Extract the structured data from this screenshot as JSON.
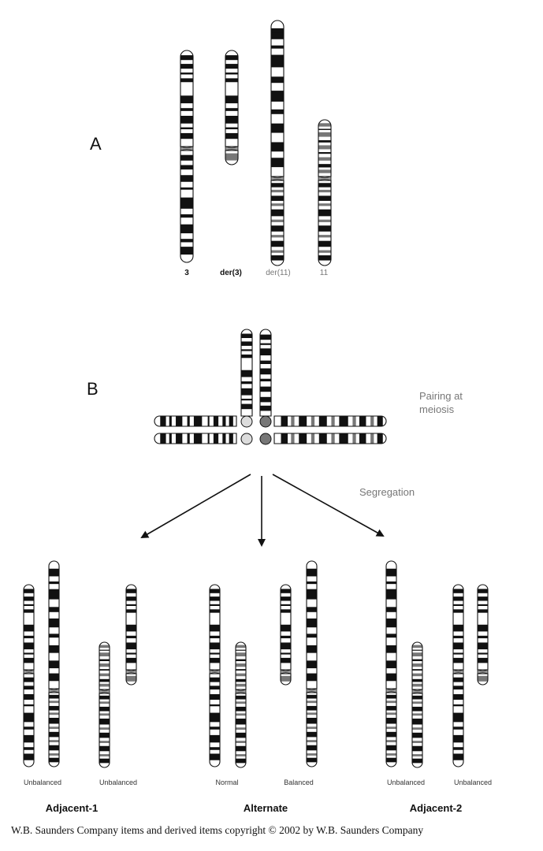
{
  "panel_a": {
    "letter": "A",
    "labels": [
      "3",
      "der(3)",
      "der(11)",
      "11"
    ]
  },
  "panel_b": {
    "letter": "B",
    "pairing_note_line1": "Pairing at",
    "pairing_note_line2": "meiosis",
    "segregation_note": "Segregation",
    "outcomes": [
      "Unbalanced",
      "Unbalanced",
      "Normal",
      "Balanced",
      "Unbalanced",
      "Unbalanced"
    ],
    "modes": [
      "Adjacent-1",
      "Alternate",
      "Adjacent-2"
    ]
  },
  "credit": "W.B. Saunders Company items and derived items copyright © 2002 by W.B. Saunders Company",
  "colors": {
    "band_dark": "#111111",
    "band_gray": "#777777",
    "centromere_gray": "#9a9a9a",
    "label_gray": "#777777"
  }
}
